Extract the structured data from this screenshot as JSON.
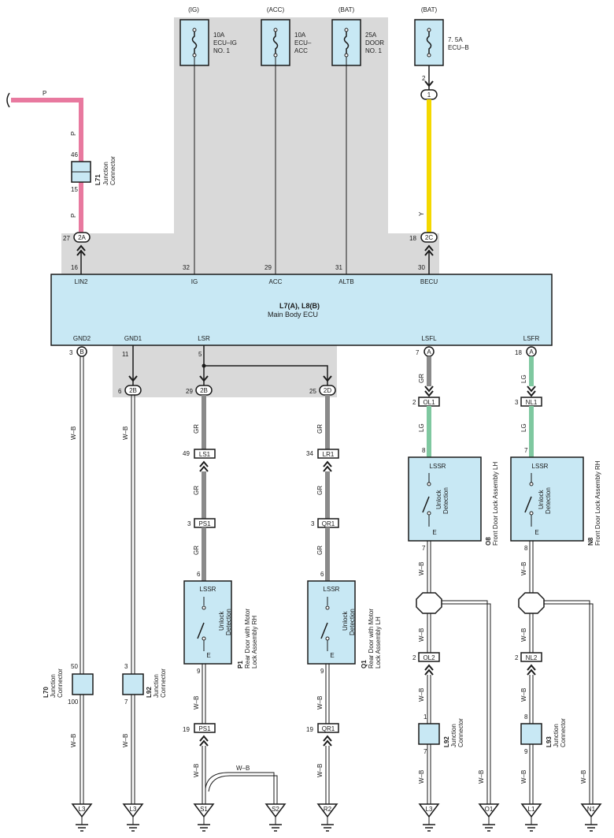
{
  "power_sources": [
    {
      "id": "ig",
      "type": "(IG)",
      "name": [
        "10A",
        "ECU–IG",
        "NO. 1"
      ]
    },
    {
      "id": "acc",
      "type": "(ACC)",
      "name": [
        "10A",
        "ECU–",
        "ACC"
      ]
    },
    {
      "id": "bat1",
      "type": "(BAT)",
      "name": [
        "25A",
        "DOOR",
        "NO. 1"
      ]
    },
    {
      "id": "bat2",
      "type": "(BAT)",
      "name": [
        "7. 5A",
        "ECU–B"
      ]
    }
  ],
  "ecu": {
    "title": "L7(A), L8(B)",
    "subtitle": "Main Body ECU",
    "top_terminals": [
      {
        "label": "LIN2",
        "pin": "16"
      },
      {
        "label": "IG",
        "pin": "32"
      },
      {
        "label": "ACC",
        "pin": "29"
      },
      {
        "label": "ALTB",
        "pin": "31"
      },
      {
        "label": "BECU",
        "pin": "30"
      }
    ],
    "bottom_terminals": [
      {
        "label": "GND2",
        "pin": "3",
        "conn": "B"
      },
      {
        "label": "GND1",
        "pin": "11",
        "conn": ""
      },
      {
        "label": "LSR",
        "pin": "5",
        "conn": ""
      },
      {
        "label": "LSFL",
        "pin": "7",
        "conn": "A"
      },
      {
        "label": "LSFR",
        "pin": "18",
        "conn": "A"
      }
    ]
  },
  "wire_colors": {
    "P": "P",
    "Y": "Y",
    "GR": "GR",
    "LG": "LG",
    "WB": "W–B"
  },
  "pins": {
    "fuse_b_out": "2",
    "conn1": "1",
    "l71_top": "46",
    "l71_bot": "15",
    "c2a_pin": "27",
    "c2a": "2A",
    "c2c_pin": "18",
    "c2c": "2C",
    "c2b_l": "6",
    "c2b_mid": "29",
    "c2b": "2B",
    "c2d_pin": "25",
    "c2d": "2D",
    "ol1_pin": "2",
    "ol1": "OL1",
    "nl1_pin": "3",
    "nl1": "NL1",
    "ls1_pin": "49",
    "ls1": "LS1",
    "lr1_pin": "34",
    "lr1": "LR1",
    "ps1_pin": "3",
    "ps1": "PS1",
    "qr1_pin": "3",
    "qr1": "QR1",
    "p1_top": "6",
    "q1_top": "6",
    "o8_top": "8",
    "n8_top": "7",
    "p1_bot": "9",
    "q1_bot": "9",
    "o8_bot": "7",
    "n8_bot": "8",
    "ol2_pin": "2",
    "ol2": "OL2",
    "nl2_pin": "2",
    "nl2": "NL2",
    "ps1b_pin": "19",
    "ps1b": "PS1",
    "qr1b_pin": "19",
    "qr1b": "QR1",
    "l70_top": "50",
    "l70_bot": "100",
    "l92a_top": "3",
    "l92a_bot": "7",
    "l92b_top": "1",
    "l92b_bot": "7",
    "l93_top": "8",
    "l93_bot": "9"
  },
  "components": {
    "l71": {
      "id": "L71",
      "name": [
        "Junction",
        "Connector"
      ]
    },
    "l70": {
      "id": "L70",
      "name": [
        "Junction",
        "Connector"
      ]
    },
    "l92a": {
      "id": "L92",
      "name": [
        "Junction",
        "Connector"
      ]
    },
    "l92b": {
      "id": "L92",
      "name": [
        "Junction",
        "Connector"
      ]
    },
    "l93": {
      "id": "L93",
      "name": [
        "Junction",
        "Connector"
      ]
    },
    "p1": {
      "id": "P1",
      "name": [
        "Rear Door with Motor",
        "Lock Assembly RH"
      ],
      "lssr": "LSSR",
      "detect": [
        "Unlock",
        "Detection"
      ],
      "e": "E"
    },
    "q1": {
      "id": "Q1",
      "name": [
        "Rear Door with Motor",
        "Lock Assembly LH"
      ],
      "lssr": "LSSR",
      "detect": [
        "Unlock",
        "Detection"
      ],
      "e": "E"
    },
    "o8": {
      "id": "O8",
      "name": [
        "Front Door Lock Assembly LH"
      ],
      "lssr": "LSSR",
      "detect": [
        "Unlock",
        "Detection"
      ],
      "e": "E"
    },
    "n8": {
      "id": "N8",
      "name": [
        "Front Door Lock Assembly RH"
      ],
      "lssr": "LSSR",
      "detect": [
        "Unlock",
        "Detection"
      ],
      "e": "E"
    }
  },
  "grounds": [
    "L3",
    "L3",
    "S1",
    "S2",
    "R2",
    "L3",
    "O1",
    "L1",
    "N1"
  ],
  "colors": {
    "pink": "#e8799f",
    "yellow": "#f4d800",
    "gray": "#8a8a8a",
    "green": "#7fc8a0",
    "panel": "#d9d9d9",
    "ecu": "#c8e8f4",
    "box": "#c8e8f4"
  }
}
